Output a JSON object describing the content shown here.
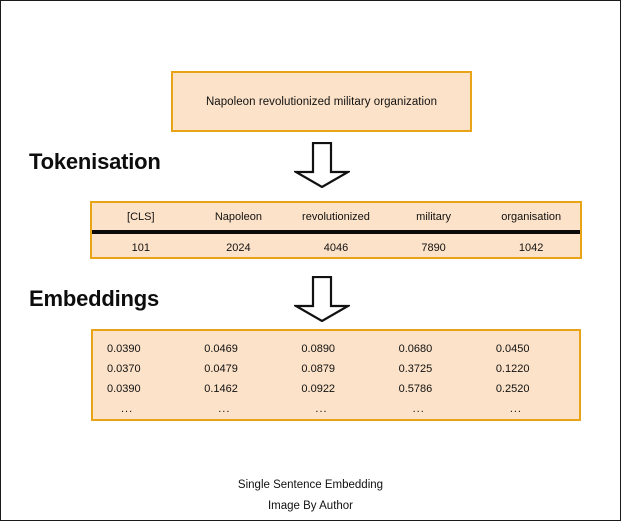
{
  "diagram": {
    "sentence_box": {
      "text": "Napoleon revolutionized military organization"
    },
    "labels": {
      "tokenisation": "Tokenisation",
      "embeddings": "Embeddings"
    },
    "arrows": {
      "arrow_1_name": "down-block-arrow",
      "arrow_2_name": "down-block-arrow"
    },
    "token_table": {
      "tokens": [
        "[CLS]",
        "Napoleon",
        "revolutionized",
        "military",
        "organisation"
      ],
      "ids": [
        "101",
        "2024",
        "4046",
        "7890",
        "1042"
      ]
    },
    "embeddings_table": {
      "rows": [
        [
          "0.0390",
          "0.0469",
          "0.0890",
          "0.0680",
          "0.0450"
        ],
        [
          "0.0370",
          "0.0479",
          "0.0879",
          "0.3725",
          "0.1220"
        ],
        [
          "0.0390",
          "0.1462",
          "0.0922",
          "0.5786",
          "0.2520"
        ],
        [
          "...",
          "...",
          "...",
          "...",
          "..."
        ]
      ]
    },
    "caption": {
      "title": "Single Sentence Embedding",
      "credit": "Image By Author"
    },
    "colors": {
      "box_fill": "#FCE2C8",
      "box_border": "#E8A317",
      "divider": "#0A0A0A",
      "text": "#111111",
      "frame": "#1A1A1A"
    }
  }
}
